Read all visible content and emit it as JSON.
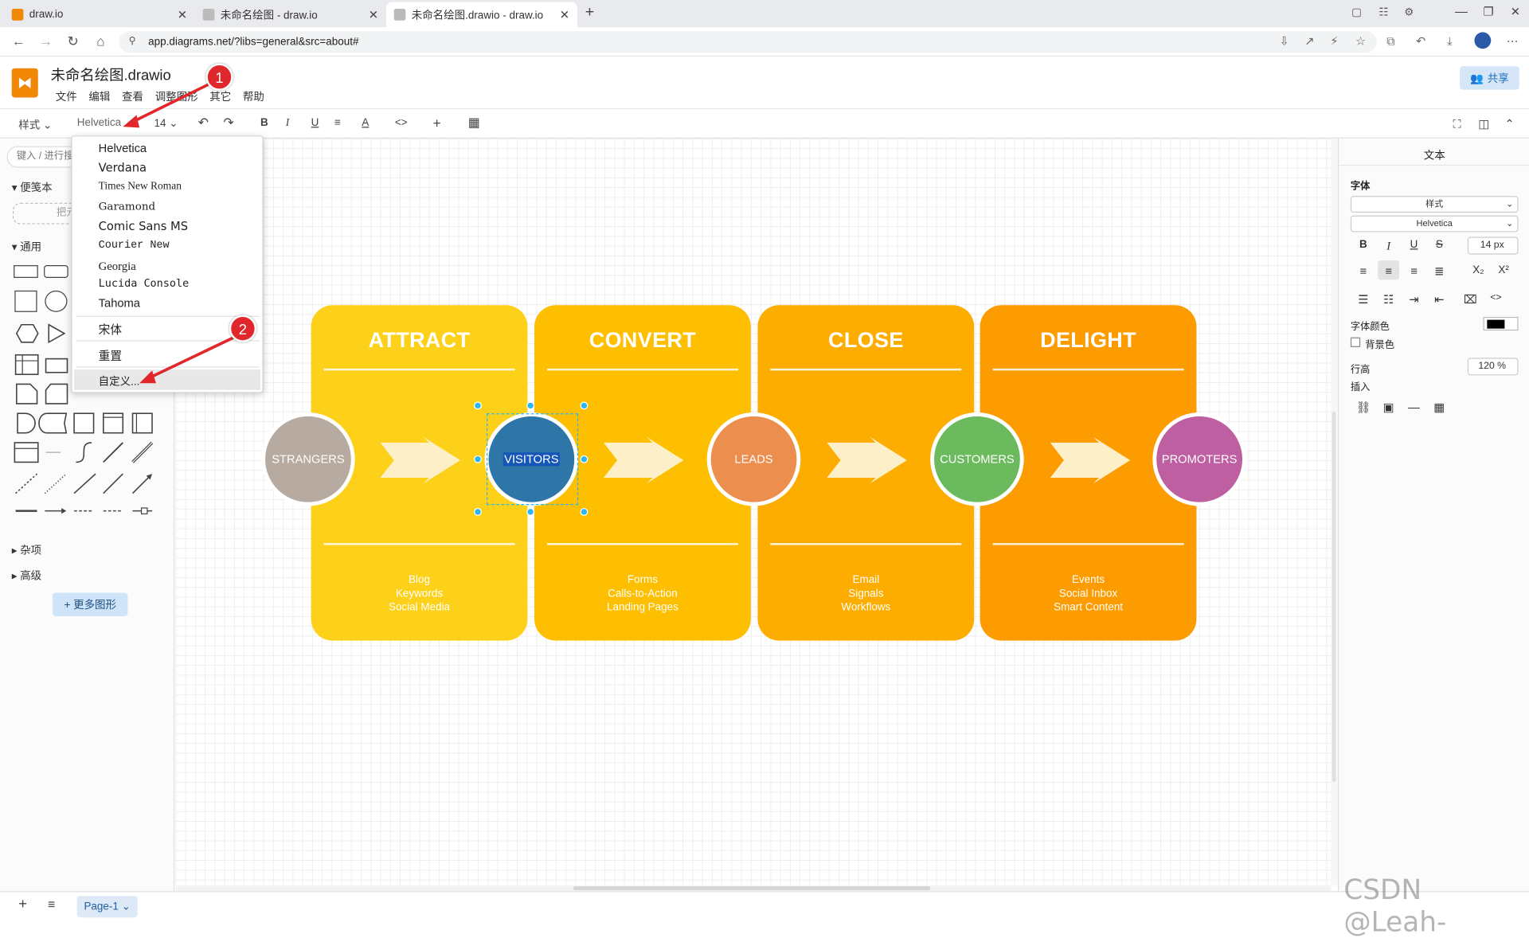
{
  "browser": {
    "tabs": [
      {
        "title": "draw.io"
      },
      {
        "title": "未命名绘图 - draw.io"
      },
      {
        "title": "未命名绘图.drawio - draw.io"
      }
    ],
    "url": "app.diagrams.net/?libs=general&src=about#"
  },
  "app": {
    "title": "未命名绘图.drawio",
    "menu": [
      "文件",
      "编辑",
      "查看",
      "调整图形",
      "其它",
      "帮助"
    ],
    "share_label": "共享"
  },
  "toolbar": {
    "style_label": "样式",
    "font_label": "Helvetica",
    "size_label": "14"
  },
  "font_menu": {
    "items": [
      "Helvetica",
      "Verdana",
      "Times New Roman",
      "Garamond",
      "Comic Sans MS",
      "Courier New",
      "Georgia",
      "Lucida Console",
      "Tahoma"
    ],
    "custom_font": "宋体",
    "reset": "重置",
    "customize": "自定义..."
  },
  "sidebar": {
    "search_placeholder": "键入 / 进行搜索",
    "scratchpad": "便笺本",
    "drop_hint": "把元",
    "general": "通用",
    "misc": "杂项",
    "advanced": "高级",
    "more_shapes": "+ 更多图形"
  },
  "diagram": {
    "panels": [
      {
        "title": "ATTRACT",
        "items": [
          "Blog",
          "Keywords",
          "Social Media"
        ],
        "color": "#fdd01a"
      },
      {
        "title": "CONVERT",
        "items": [
          "Forms",
          "Calls-to-Action",
          "Landing Pages"
        ],
        "color": "#fdbf00"
      },
      {
        "title": "CLOSE",
        "items": [
          "Email",
          "Signals",
          "Workflows"
        ],
        "color": "#fdad00"
      },
      {
        "title": "DELIGHT",
        "items": [
          "Events",
          "Social Inbox",
          "Smart Content"
        ],
        "color": "#fd9c00"
      }
    ],
    "circles": [
      {
        "label": "STRANGERS",
        "color": "#b7aaa0"
      },
      {
        "label": "VISITORS",
        "color": "#2f76a8"
      },
      {
        "label": "LEADS",
        "color": "#ec8e4d"
      },
      {
        "label": "CUSTOMERS",
        "color": "#6cba5e"
      },
      {
        "label": "PROMOTERS",
        "color": "#bd5fa0"
      }
    ]
  },
  "right_panel": {
    "tab": "文本",
    "font_section": "字体",
    "style_value": "样式",
    "font_value": "Helvetica",
    "font_size": "14 px",
    "font_color_label": "字体颜色",
    "background_label": "背景色",
    "line_height_label": "行高",
    "line_height_value": "120 %",
    "insert_label": "插入"
  },
  "bottom": {
    "page_tab": "Page-1"
  },
  "annotations": [
    "1",
    "2"
  ],
  "watermark": "CSDN @Leah-"
}
